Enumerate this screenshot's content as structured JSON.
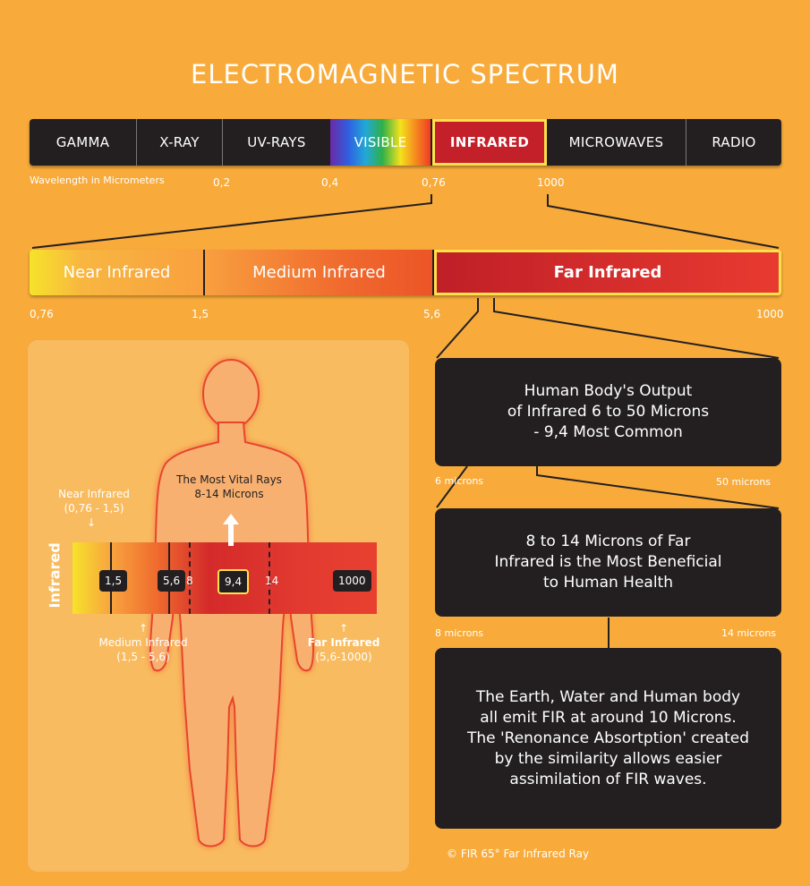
{
  "title": "ELECTROMAGNETIC SPECTRUM",
  "spectrum": {
    "segments": [
      "GAMMA",
      "X-RAY",
      "UV-RAYS",
      "VISIBLE",
      "INFRARED",
      "MICROWAVES",
      "RADIO"
    ],
    "selected": "INFRARED",
    "wavelength_label": "Wavelength in Micrometers",
    "ticks": [
      "0,2",
      "0,4",
      "0,76",
      "1000"
    ]
  },
  "infrared": {
    "near_label": "Near Infrared",
    "medium_label": "Medium Infrared",
    "far_label": "Far Infrared",
    "ticks": [
      "0,76",
      "1,5",
      "5,6",
      "1000"
    ]
  },
  "body_panel": {
    "vital_title": "The Most Vital Rays",
    "vital_range": "8-14 Microns",
    "side_label": "Infrared",
    "near_title": "Near Infrared",
    "near_range": "(0,76 - 1,5)",
    "medium_title": "Medium Infrared",
    "medium_range": "(1,5 - 5,6)",
    "far_title": "Far Infrared",
    "far_range": "(5,6-1000)",
    "markers": [
      "1,5",
      "5,6",
      "8",
      "9,4",
      "14",
      "1000"
    ]
  },
  "boxes": {
    "box1": [
      "Human Body's Output",
      "of Infrared 6 to 50 Microns",
      "- 9,4 Most Common"
    ],
    "box1_left": "6 microns",
    "box1_right": "50 microns",
    "box2": [
      "8 to 14 Microns of Far",
      "Infrared is the Most Beneficial",
      "to Human Health"
    ],
    "box2_left": "8 microns",
    "box2_right": "14 microns",
    "box3": [
      "The Earth, Water and Human body",
      "all emit FIR at around 10 Microns.",
      "The 'Renonance Absortption' created",
      "by the similarity allows easier",
      "assimilation of FIR waves."
    ]
  },
  "credit": "© FIR 65° Far Infrared Ray",
  "colors": {
    "background": "#f8ab3a",
    "dark": "#231f20",
    "highlight": "#ffe14a",
    "infrared_red": "#c4202a"
  }
}
